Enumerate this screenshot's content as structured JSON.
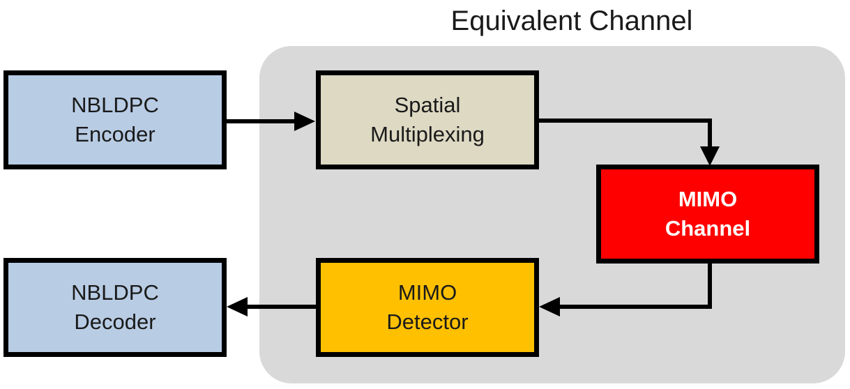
{
  "diagram": {
    "group": {
      "title": "Equivalent Channel",
      "fill": "#d9d9d9"
    },
    "blocks": {
      "encoder": {
        "line1": "NBLDPC",
        "line2": "Encoder",
        "fill": "#b8cce4",
        "text_color": "#1a1a1a"
      },
      "spatial_mux": {
        "line1": "Spatial",
        "line2": "Multiplexing",
        "fill": "#ddd9c3",
        "text_color": "#1a1a1a"
      },
      "mimo_channel": {
        "line1": "MIMO",
        "line2": "Channel",
        "fill": "#ff0000",
        "text_color": "#ffffff"
      },
      "mimo_detector": {
        "line1": "MIMO",
        "line2": "Detector",
        "fill": "#ffc000",
        "text_color": "#1a1a1a"
      },
      "decoder": {
        "line1": "NBLDPC",
        "line2": "Decoder",
        "fill": "#b8cce4",
        "text_color": "#1a1a1a"
      }
    },
    "edges": [
      {
        "from": "encoder",
        "to": "spatial_mux"
      },
      {
        "from": "spatial_mux",
        "to": "mimo_channel"
      },
      {
        "from": "mimo_channel",
        "to": "mimo_detector"
      },
      {
        "from": "mimo_detector",
        "to": "decoder"
      }
    ],
    "line_color": "#000000"
  }
}
